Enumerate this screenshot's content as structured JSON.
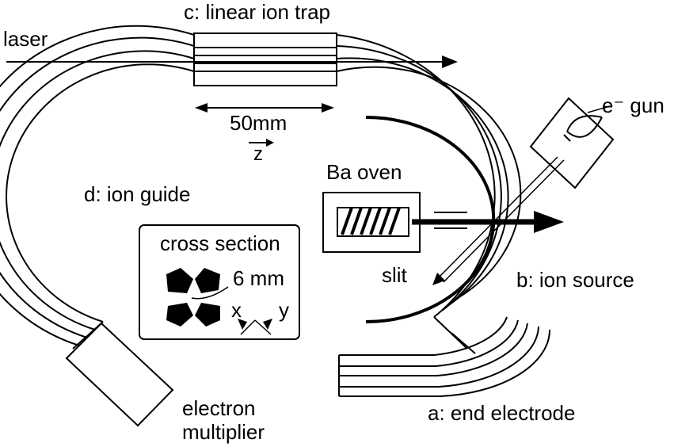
{
  "labels": {
    "trap": "c: linear ion trap",
    "laser": "laser",
    "egun": "e⁻ gun",
    "length": "50mm",
    "axis_z": "z",
    "oven": "Ba oven",
    "guide": "d: ion guide",
    "cross_section": "cross section",
    "gap": "6 mm",
    "axis_x": "x",
    "axis_y": "y",
    "slit": "slit",
    "source": "b: ion source",
    "multiplier_line1": "electron",
    "multiplier_line2": "multiplier",
    "end_electrode": "a: end electrode"
  }
}
